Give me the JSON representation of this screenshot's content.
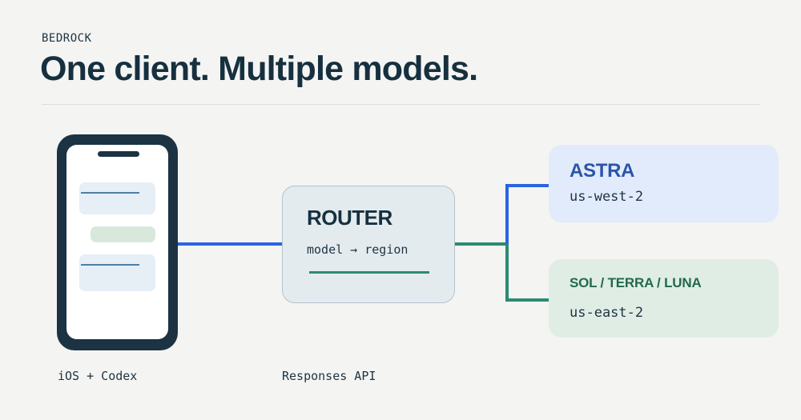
{
  "header": {
    "eyebrow": "BEDROCK",
    "title": "One client. Multiple models."
  },
  "client": {
    "caption": "iOS + Codex"
  },
  "router": {
    "title": "ROUTER",
    "subtitle": "model → region",
    "caption": "Responses API"
  },
  "models": [
    {
      "name": "ASTRA",
      "region": "us-west-2"
    },
    {
      "name": "SOL / TERRA / LUNA",
      "region": "us-east-2"
    }
  ],
  "colors": {
    "blue_link": "#2b63e4",
    "green_link": "#2c8a72",
    "astra_accent": "#2a55a8",
    "sol_accent": "#22694f"
  },
  "icons": {
    "client": "smartphone-icon"
  }
}
